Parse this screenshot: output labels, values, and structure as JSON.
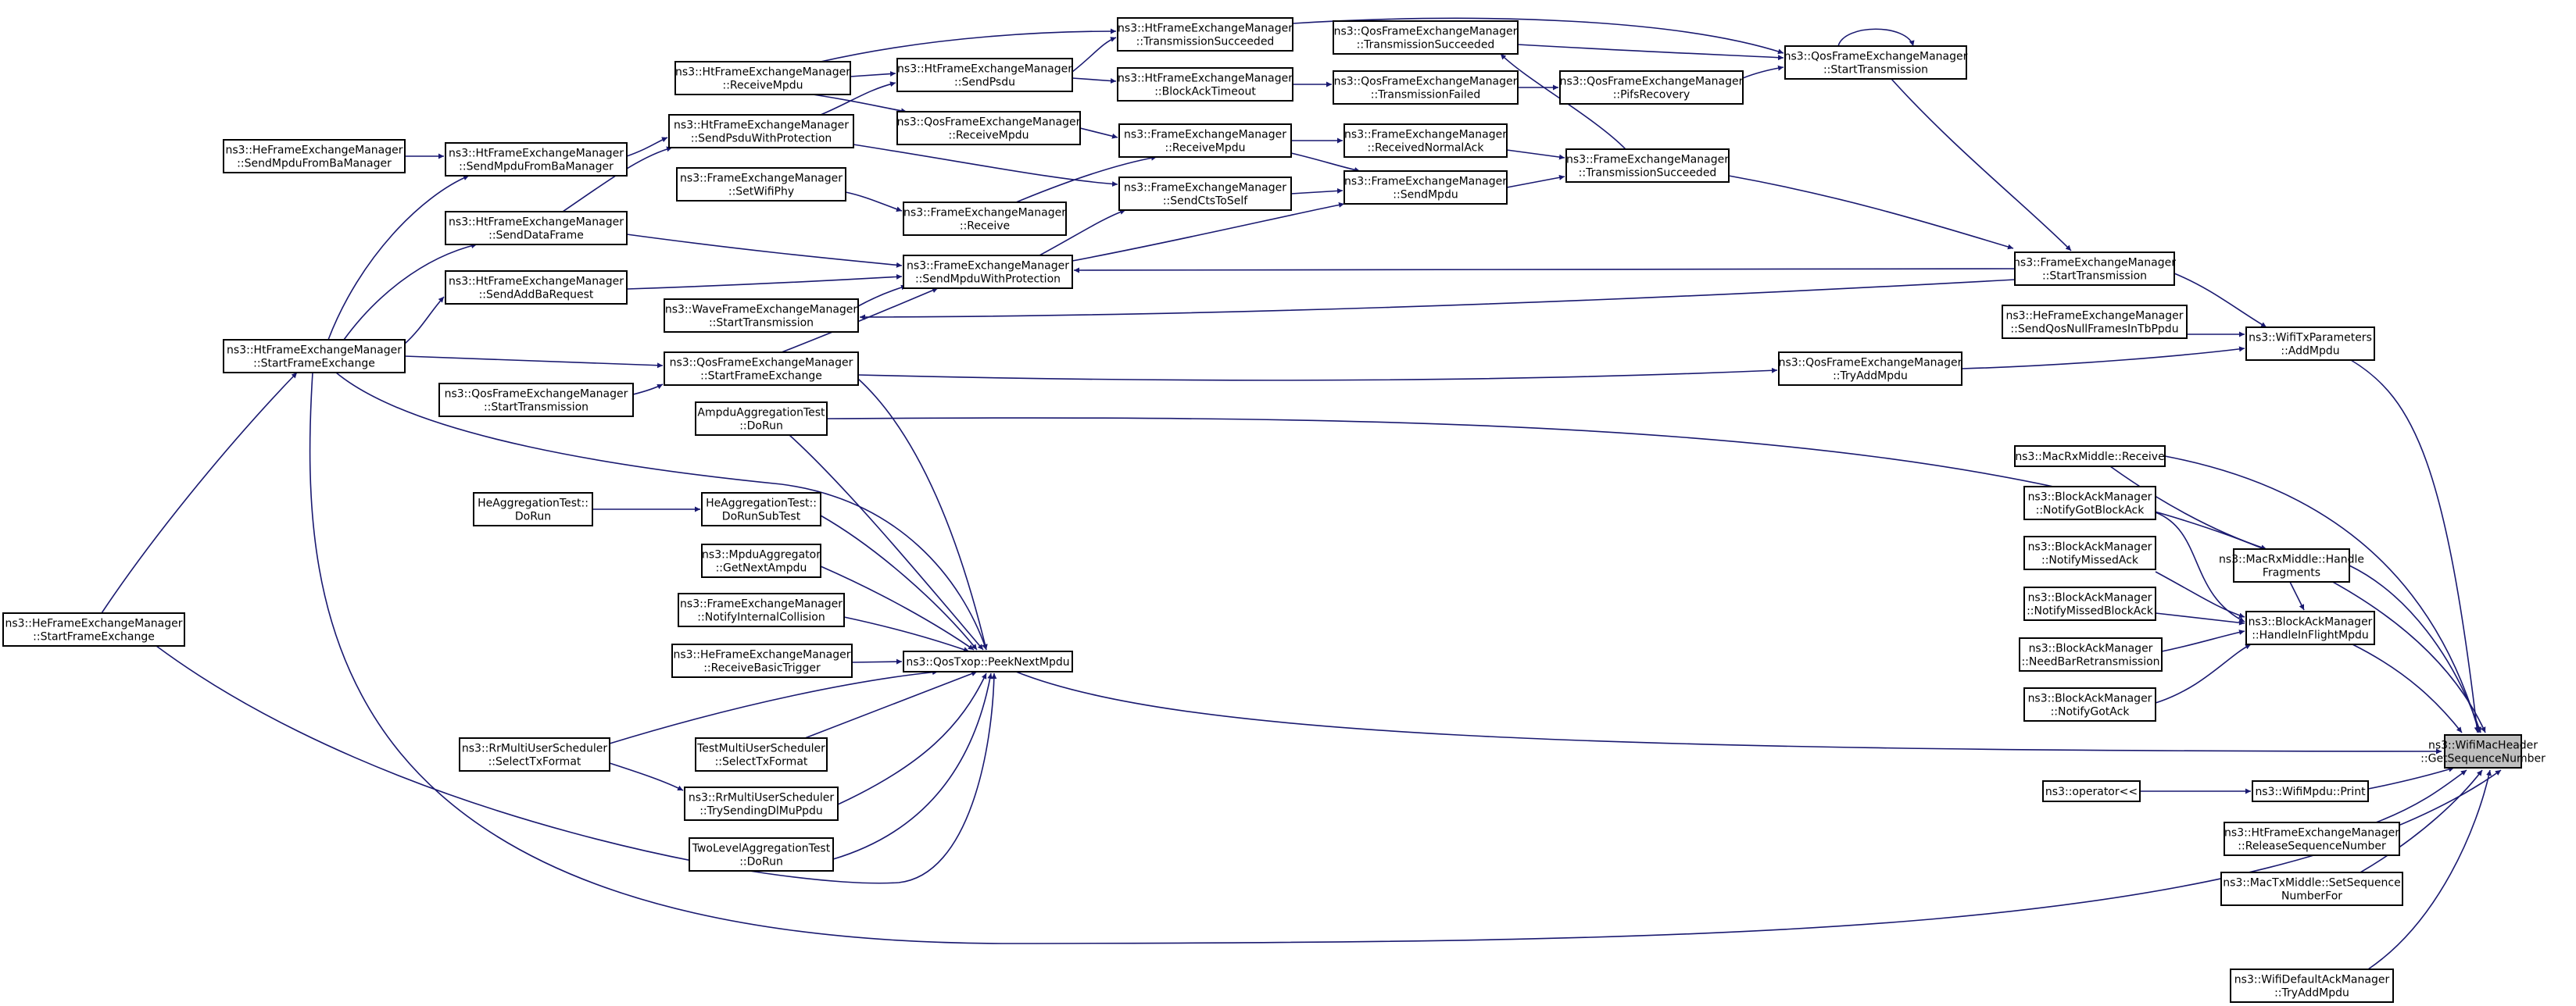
{
  "diagram": {
    "title": "",
    "colors": {
      "edge": "#191970",
      "node_border": "#000000",
      "node_fill": "#ffffff",
      "focus_fill": "#bfbfbf"
    },
    "focus_node": "getseq",
    "nodes": [
      {
        "id": "getseq",
        "lines": [
          "ns3::WifiMacHeader",
          "::GetSequenceNumber"
        ]
      },
      {
        "id": "wtp_addmpdu",
        "lines": [
          "ns3::WifiTxParameters",
          "::AddMpdu"
        ]
      },
      {
        "id": "mrm_receive",
        "lines": [
          "ns3::MacRxMiddle::Receive"
        ]
      },
      {
        "id": "mrm_handlefrag",
        "lines": [
          "ns3::MacRxMiddle::Handle",
          "Fragments"
        ]
      },
      {
        "id": "bam_handleinflight",
        "lines": [
          "ns3::BlockAckManager",
          "::HandleInFlightMpdu"
        ]
      },
      {
        "id": "bam_notifygotba",
        "lines": [
          "ns3::BlockAckManager",
          "::NotifyGotBlockAck"
        ]
      },
      {
        "id": "bam_notifymissedack",
        "lines": [
          "ns3::BlockAckManager",
          "::NotifyMissedAck"
        ]
      },
      {
        "id": "bam_notifymissedba",
        "lines": [
          "ns3::BlockAckManager",
          "::NotifyMissedBlockAck"
        ]
      },
      {
        "id": "bam_needbar",
        "lines": [
          "ns3::BlockAckManager",
          "::NeedBarRetransmission"
        ]
      },
      {
        "id": "bam_notifygotack",
        "lines": [
          "ns3::BlockAckManager",
          "::NotifyGotAck"
        ]
      },
      {
        "id": "wifimpdu_print",
        "lines": [
          "ns3::WifiMpdu::Print"
        ]
      },
      {
        "id": "op_lshift",
        "lines": [
          "ns3::operator<<"
        ]
      },
      {
        "id": "ht_releaseseq",
        "lines": [
          "ns3::HtFrameExchangeManager",
          "::ReleaseSequenceNumber"
        ]
      },
      {
        "id": "mactx_setseq",
        "lines": [
          "ns3::MacTxMiddle::SetSequence",
          "NumberFor"
        ]
      },
      {
        "id": "defack_tryadd",
        "lines": [
          "ns3::WifiDefaultAckManager",
          "::TryAddMpdu"
        ]
      },
      {
        "id": "qos_peeknext",
        "lines": [
          "ns3::QosTxop::PeekNextMpdu"
        ]
      },
      {
        "id": "fem_starttx",
        "lines": [
          "ns3::FrameExchangeManager",
          "::StartTransmission"
        ]
      },
      {
        "id": "he_sendqosnull",
        "lines": [
          "ns3::HeFrameExchangeManager",
          "::SendQosNullFramesInTbPpdu"
        ]
      },
      {
        "id": "qos_tryadd",
        "lines": [
          "ns3::QosFrameExchangeManager",
          "::TryAddMpdu"
        ]
      },
      {
        "id": "qos_starttx",
        "lines": [
          "ns3::QosFrameExchangeManager",
          "::StartTransmission"
        ]
      },
      {
        "id": "qos_txsucc",
        "lines": [
          "ns3::QosFrameExchangeManager",
          "::TransmissionSucceeded"
        ]
      },
      {
        "id": "qos_txfailed",
        "lines": [
          "ns3::QosFrameExchangeManager",
          "::TransmissionFailed"
        ]
      },
      {
        "id": "qos_pifs",
        "lines": [
          "ns3::QosFrameExchangeManager",
          "::PifsRecovery"
        ]
      },
      {
        "id": "ht_txsucc",
        "lines": [
          "ns3::HtFrameExchangeManager",
          "::TransmissionSucceeded"
        ]
      },
      {
        "id": "ht_blockacktimeout",
        "lines": [
          "ns3::HtFrameExchangeManager",
          "::BlockAckTimeout"
        ]
      },
      {
        "id": "ht_sendpsdu",
        "lines": [
          "ns3::HtFrameExchangeManager",
          "::SendPsdu"
        ]
      },
      {
        "id": "ht_receivempdu",
        "lines": [
          "ns3::HtFrameExchangeManager",
          "::ReceiveMpdu"
        ]
      },
      {
        "id": "qos_receivempdu",
        "lines": [
          "ns3::QosFrameExchangeManager",
          "::ReceiveMpdu"
        ]
      },
      {
        "id": "fem_receivempdu",
        "lines": [
          "ns3::FrameExchangeManager",
          "::ReceiveMpdu"
        ]
      },
      {
        "id": "fem_recvnormalack",
        "lines": [
          "ns3::FrameExchangeManager",
          "::ReceivedNormalAck"
        ]
      },
      {
        "id": "fem_txsucc",
        "lines": [
          "ns3::FrameExchangeManager",
          "::TransmissionSucceeded"
        ]
      },
      {
        "id": "fem_sendmpdu",
        "lines": [
          "ns3::FrameExchangeManager",
          "::SendMpdu"
        ]
      },
      {
        "id": "fem_sendcts",
        "lines": [
          "ns3::FrameExchangeManager",
          "::SendCtsToSelf"
        ]
      },
      {
        "id": "fem_receive",
        "lines": [
          "ns3::FrameExchangeManager",
          "::Receive"
        ]
      },
      {
        "id": "fem_setwifiphy",
        "lines": [
          "ns3::FrameExchangeManager",
          "::SetWifiPhy"
        ]
      },
      {
        "id": "ht_sendpsduwp",
        "lines": [
          "ns3::HtFrameExchangeManager",
          "::SendPsduWithProtection"
        ]
      },
      {
        "id": "ht_sendmpdufromba",
        "lines": [
          "ns3::HtFrameExchangeManager",
          "::SendMpduFromBaManager"
        ]
      },
      {
        "id": "he_sendmpdufromba",
        "lines": [
          "ns3::HeFrameExchangeManager",
          "::SendMpduFromBaManager"
        ]
      },
      {
        "id": "ht_senddataframe",
        "lines": [
          "ns3::HtFrameExchangeManager",
          "::SendDataFrame"
        ]
      },
      {
        "id": "fem_sendmpduwp",
        "lines": [
          "ns3::FrameExchangeManager",
          "::SendMpduWithProtection"
        ]
      },
      {
        "id": "ht_sendaddba",
        "lines": [
          "ns3::HtFrameExchangeManager",
          "::SendAddBaRequest"
        ]
      },
      {
        "id": "wave_starttx",
        "lines": [
          "ns3::WaveFrameExchangeManager",
          "::StartTransmission"
        ]
      },
      {
        "id": "ht_startfe",
        "lines": [
          "ns3::HtFrameExchangeManager",
          "::StartFrameExchange"
        ]
      },
      {
        "id": "qos_startfe",
        "lines": [
          "ns3::QosFrameExchangeManager",
          "::StartFrameExchange"
        ]
      },
      {
        "id": "qos_starttx2",
        "lines": [
          "ns3::QosFrameExchangeManager",
          "::StartTransmission"
        ]
      },
      {
        "id": "ampdu_dorun",
        "lines": [
          "AmpduAggregationTest",
          "::DoRun"
        ]
      },
      {
        "id": "heagg_dorunsub",
        "lines": [
          "HeAggregationTest::",
          "DoRunSubTest"
        ]
      },
      {
        "id": "heagg_dorun",
        "lines": [
          "HeAggregationTest::",
          "DoRun"
        ]
      },
      {
        "id": "mpduagg_getnext",
        "lines": [
          "ns3::MpduAggregator",
          "::GetNextAmpdu"
        ]
      },
      {
        "id": "fem_notifyinternal",
        "lines": [
          "ns3::FrameExchangeManager",
          "::NotifyInternalCollision"
        ]
      },
      {
        "id": "he_receivebasictrigger",
        "lines": [
          "ns3::HeFrameExchangeManager",
          "::ReceiveBasicTrigger"
        ]
      },
      {
        "id": "rr_selecttx",
        "lines": [
          "ns3::RrMultiUserScheduler",
          "::SelectTxFormat"
        ]
      },
      {
        "id": "test_selecttx",
        "lines": [
          "TestMultiUserScheduler",
          "::SelectTxFormat"
        ]
      },
      {
        "id": "rr_trysending",
        "lines": [
          "ns3::RrMultiUserScheduler",
          "::TrySendingDlMuPpdu"
        ]
      },
      {
        "id": "twolevel_dorun",
        "lines": [
          "TwoLevelAggregationTest",
          "::DoRun"
        ]
      },
      {
        "id": "he_startfe",
        "lines": [
          "ns3::HeFrameExchangeManager",
          "::StartFrameExchange"
        ]
      }
    ]
  }
}
